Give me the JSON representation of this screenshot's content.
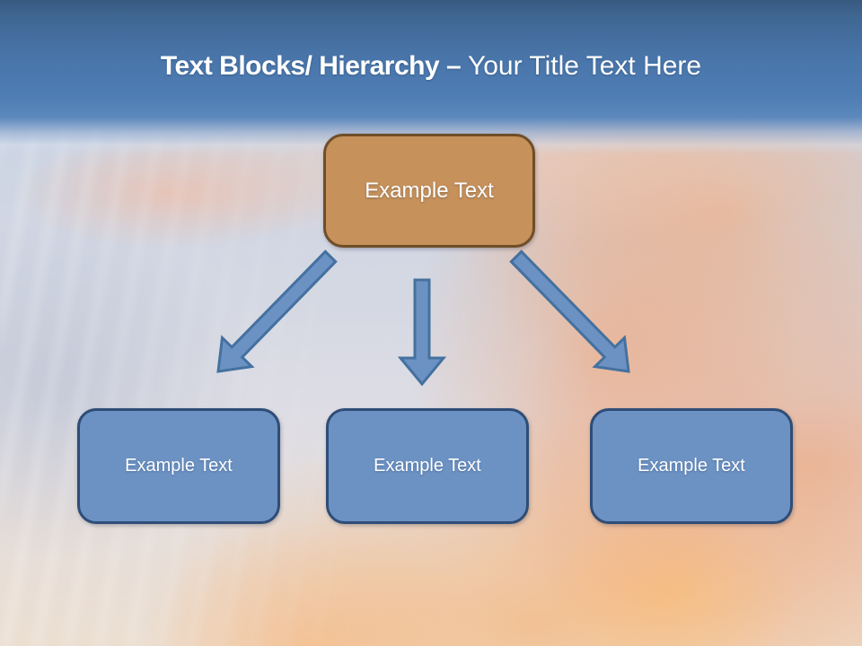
{
  "title": {
    "bold": "Text Blocks/ Hierarchy –",
    "regular": " Your Title Text Here"
  },
  "hierarchy": {
    "root": {
      "label": "Example Text"
    },
    "children": [
      {
        "label": "Example Text"
      },
      {
        "label": "Example Text"
      },
      {
        "label": "Example Text"
      }
    ]
  },
  "colors": {
    "banner_top": "#375a80",
    "banner_blue": "#4e7db4",
    "title_text": "#ffffff",
    "root_fill": "#c6915a",
    "root_border": "#6f4e28",
    "child_fill": "#6c92c4",
    "child_border": "#2e4d77",
    "arrow_fill": "#6c92c4",
    "arrow_border": "#44719f"
  }
}
